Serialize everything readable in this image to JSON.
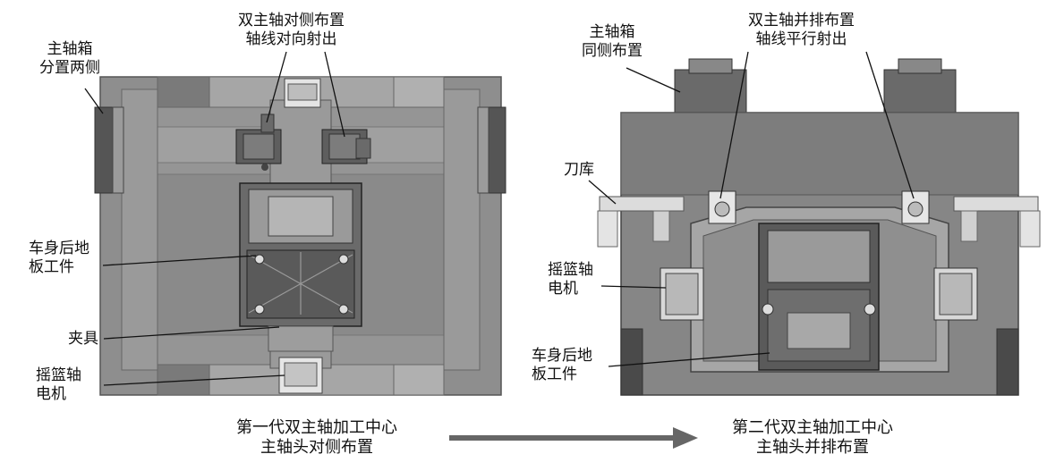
{
  "left_panel": {
    "labels": {
      "spindle_box_sides": [
        "主轴箱",
        "分置两侧"
      ],
      "dual_spindle_opposite": [
        "双主轴对侧布置",
        "轴线对向射出"
      ],
      "body_rear_floor": [
        "车身后地",
        "板工件"
      ],
      "fixture": [
        "夹具"
      ],
      "cradle_motor": [
        "摇篮轴",
        "电机"
      ]
    },
    "caption": [
      "第一代双主轴加工中心",
      "主轴头对侧布置"
    ]
  },
  "right_panel": {
    "labels": {
      "spindle_box_same_side": [
        "主轴箱",
        "同侧布置"
      ],
      "dual_spindle_parallel": [
        "双主轴并排布置",
        "轴线平行射出"
      ],
      "tool_magazine": [
        "刀库"
      ],
      "cradle_motor": [
        "摇篮轴",
        "电机"
      ],
      "body_rear_floor": [
        "车身后地",
        "板工件"
      ]
    },
    "caption": [
      "第二代双主轴加工中心",
      "主轴头并排布置"
    ]
  },
  "colors": {
    "machine_base": "#8c8c8c",
    "machine_light": "#b4b4b4",
    "machine_dark": "#555555",
    "arrow": "#666666"
  }
}
